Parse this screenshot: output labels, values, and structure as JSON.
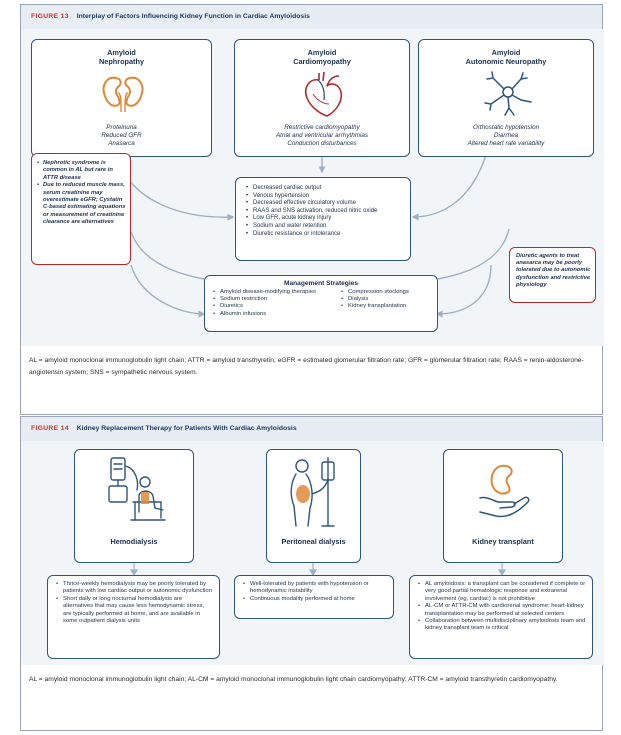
{
  "fig13": {
    "number": "FIGURE 13",
    "title": "Interplay of Factors Influencing Kidney Function in Cardiac Amyloidosis",
    "cards": [
      {
        "title_line1": "Amyloid",
        "title_line2": "Nephropathy",
        "icon": "kidneys-icon",
        "items": [
          "Proteinuria",
          "Reduced GFR",
          "Anasarca"
        ]
      },
      {
        "title_line1": "Amyloid",
        "title_line2": "Cardiomyopathy",
        "icon": "heart-icon",
        "items": [
          "Restrictive cardiomyopathy",
          "Atrial and ventricular arrhythmias",
          "Conduction disturbances"
        ]
      },
      {
        "title_line1": "Amyloid",
        "title_line2": "Autonomic Neuropathy",
        "icon": "neuron-icon",
        "items": [
          "Orthostatic hypotension",
          "Diarrhea",
          "Altered heart rate variability"
        ]
      }
    ],
    "left_note": [
      "Nephrotic syndrome is common in AL but rare in ATTR disease",
      "Due to reduced muscle mass, serum creatinine may overestimate eGFR; Cystatin C-based estimating equations or measurement of creatinine clearance are alternatives"
    ],
    "center_items": [
      "Decreased cardiac output",
      "Venous hypertension",
      "Decreased effective circulatory volume",
      "RAAS and SNS activation, reduced nitric oxide",
      "Low GFR, acute kidney injury",
      "Sodium and water retention",
      "Diuretic resistance or intolerance"
    ],
    "right_note": "Diuretic agents to treat anasarca may be poorly tolerated due to autonomic dysfunction and restrictive physiology",
    "management": {
      "title": "Management Strategies",
      "col1": [
        "Amyloid disease-modifying therapies",
        "Sodium restriction",
        "Diuretics",
        "Albumin infusions"
      ],
      "col2": [
        "Compression stockings",
        "Dialysis",
        "Kidney transplantation"
      ]
    },
    "footnote": "AL = amyloid monoclonal immunoglobulin light chain; ATTR = amyloid transthyretin; eGFR = estimated glomerular filtration rate; GFR = glomerular filtration rate; RAAS = renin-aldosterone-angiotensin system; SNS = sympathetic nervous system."
  },
  "fig14": {
    "number": "FIGURE 14",
    "title": "Kidney Replacement Therapy for Patients With Cardiac Amyloidosis",
    "panels": [
      {
        "label": "Hemodialysis",
        "icon": "hemodialysis-icon",
        "items": [
          "Thrice-weekly hemodialysis may be poorly tolerated by patients with low cardiac output or autonomic dysfunction",
          "Short daily or long nocturnal hemodialysis are alternatives that may cause less hemodynamic stress, are typically performed at home, and are available in some outpatient dialysis units"
        ]
      },
      {
        "label": "Peritoneal dialysis",
        "icon": "peritoneal-dialysis-icon",
        "items": [
          "Well-tolerated by patients with hypotension or hemodynamic instability",
          "Continuous modality performed at home"
        ]
      },
      {
        "label": "Kidney transplant",
        "icon": "kidney-in-hand-icon",
        "items": [
          "AL amyloidosis: a transplant can be considered if complete or very good partial hematologic response and extrarenal involvement (eg, cardiac) is not prohibitive",
          "AL-CM or ATTR-CM with cardiorenal syndrome: heart-kidney transplantation may be performed at selected centers",
          "Collaboration between multidisciplinary amyloidosis team and kidney transplant team is critical"
        ]
      }
    ],
    "footnote": "AL = amyloid monoclonal immunoglobulin light chain; AL-CM = amyloid monoclonal immunoglobulin light chain cardiomyopathy; ATTR-CM = amyloid transthyretin cardiomyopathy."
  },
  "colors": {
    "accent_red": "#c8342f",
    "navy": "#2e5481",
    "orange": "#e0883a",
    "crimson": "#b22a2a"
  }
}
